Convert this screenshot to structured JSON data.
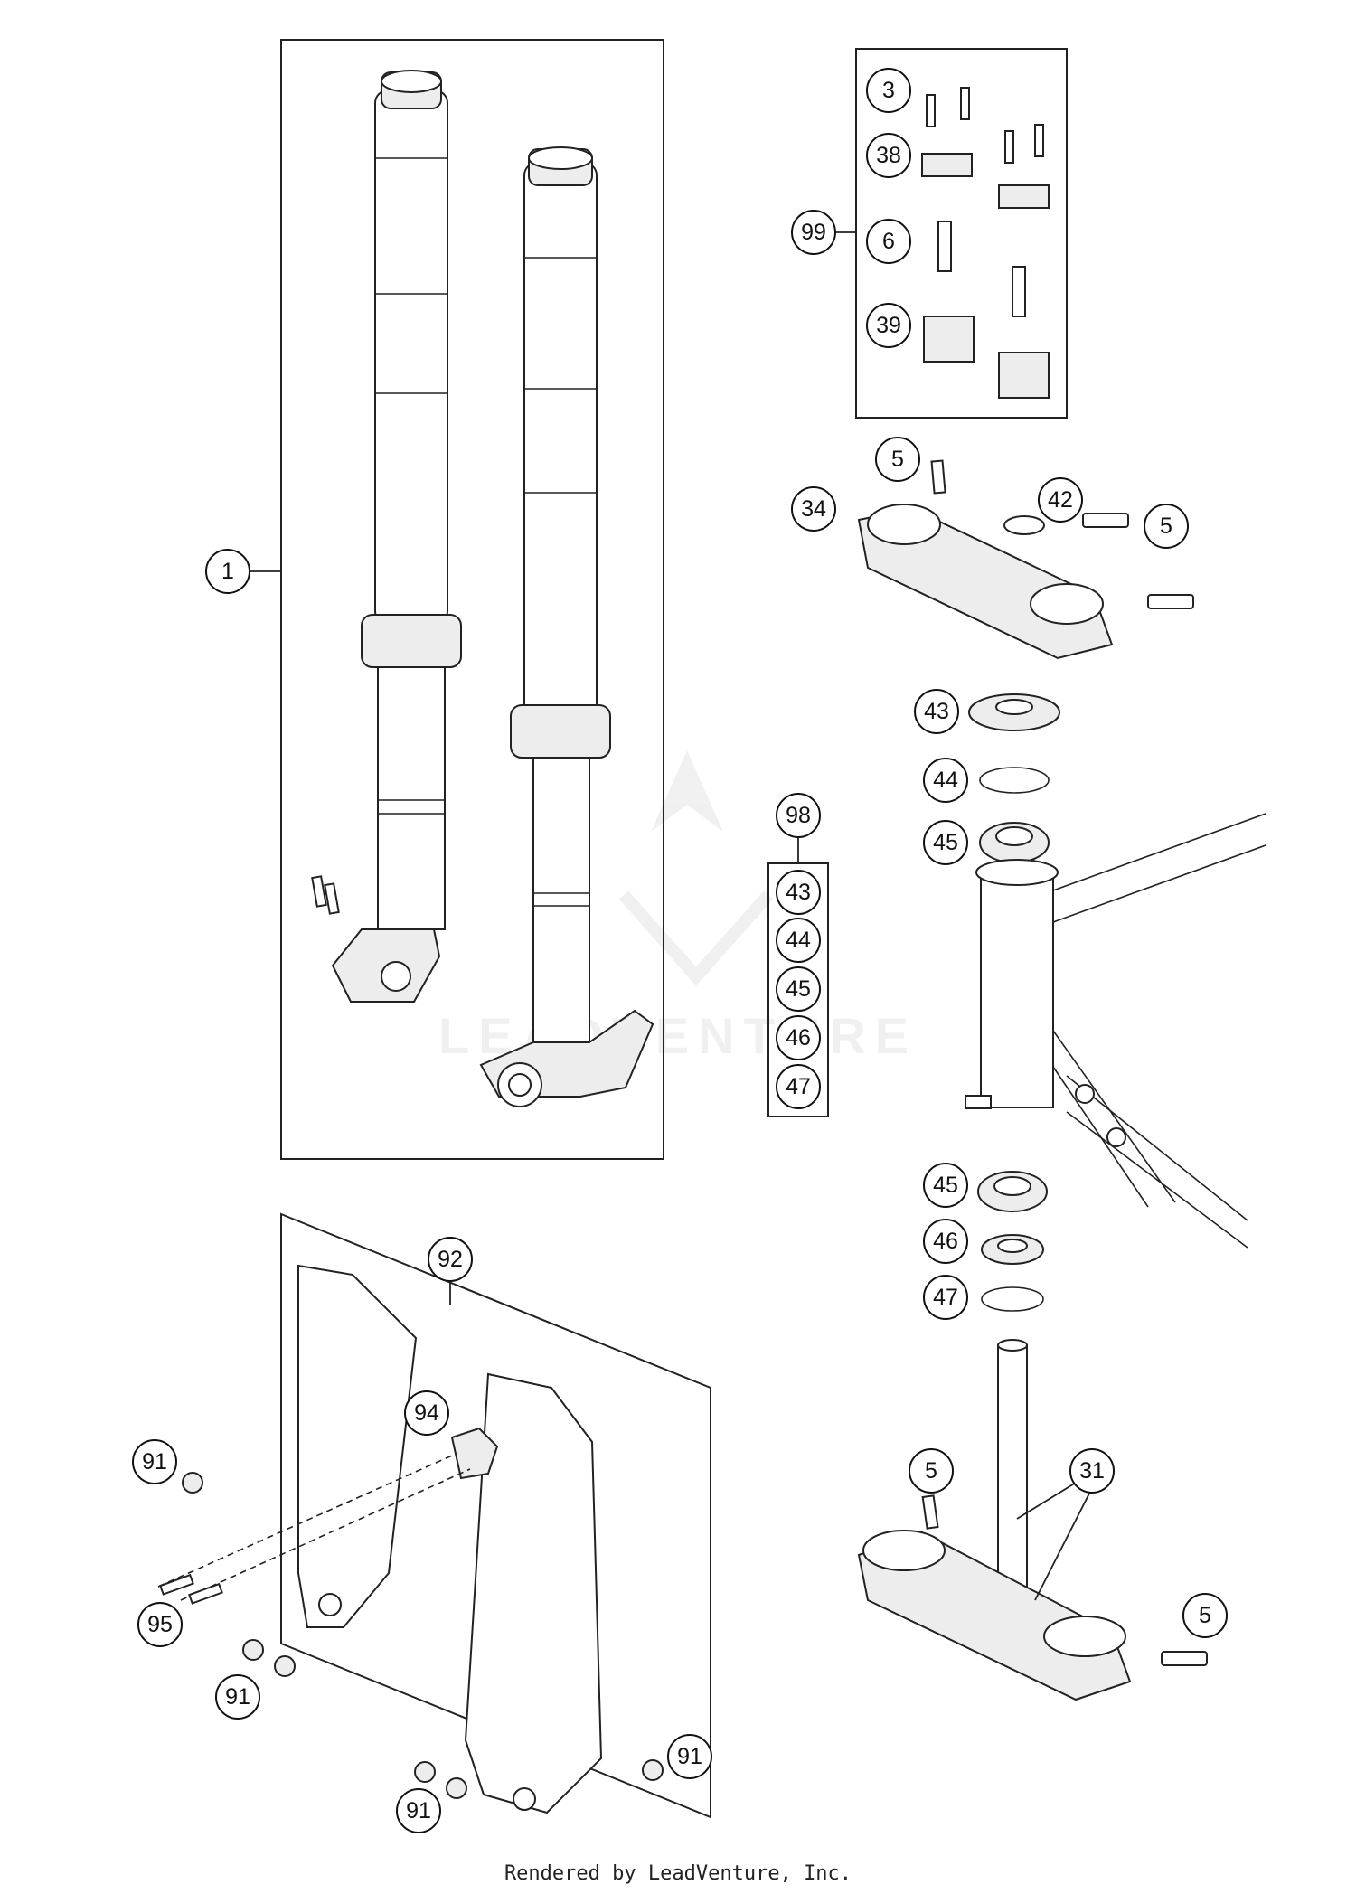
{
  "footer": "Rendered by LeadVenture, Inc.",
  "watermark": "LEADVENTURE",
  "callouts": [
    "1",
    "3",
    "38",
    "99",
    "6",
    "39",
    "5",
    "42",
    "34",
    "5",
    "5",
    "43",
    "44",
    "45",
    "98",
    "43",
    "44",
    "45",
    "46",
    "47",
    "45",
    "46",
    "47",
    "92",
    "94",
    "91",
    "95",
    "91",
    "91",
    "91",
    "5",
    "31",
    "5"
  ],
  "icons": [
    "fork-leg-icon",
    "axle-clamp-icon",
    "bolt-icon",
    "handlebar-clamp-icon",
    "triple-clamp-icon",
    "bearing-icon",
    "seal-ring-icon",
    "nut-icon",
    "frame-head-tube-icon",
    "steering-stem-icon",
    "fork-protector-icon",
    "screw-icon"
  ],
  "colors": {
    "line": "#222222",
    "shade": "#ededed",
    "background": "#ffffff"
  }
}
